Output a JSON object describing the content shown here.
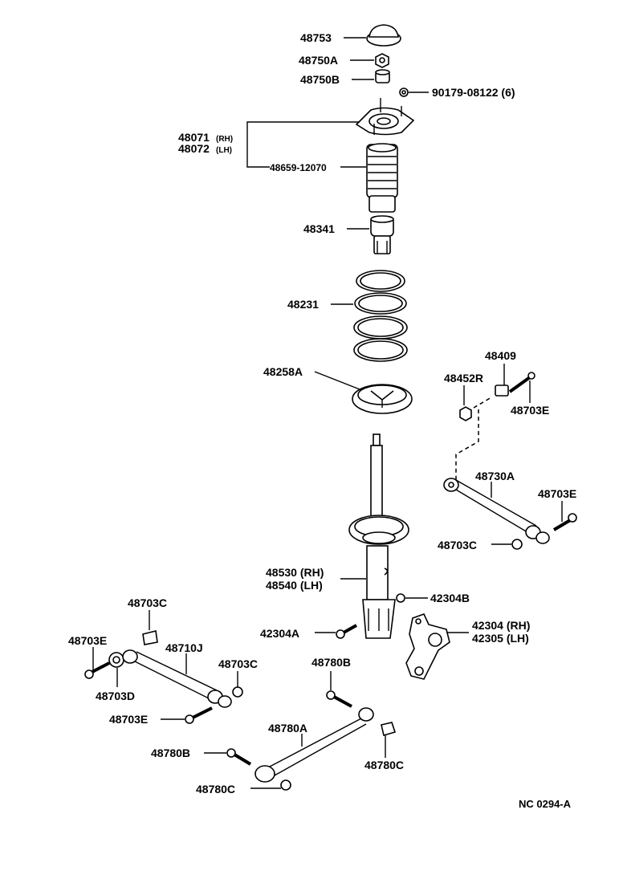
{
  "diagram": {
    "labels": {
      "p48753": "48753",
      "p48750A": "48750A",
      "p48750B": "48750B",
      "p90179": "90179-08122 (6)",
      "p48071": "48071",
      "p48071_side": "(RH)",
      "p48072": "48072",
      "p48072_side": "(LH)",
      "p48659": "48659-12070",
      "p48341": "48341",
      "p48231": "48231",
      "p48258A": "48258A",
      "p48409": "48409",
      "p48452R": "48452R",
      "p48703E_a": "48703E",
      "p48730A": "48730A",
      "p48703E_b": "48703E",
      "p48703C_a": "48703C",
      "p48530": "48530 (RH)",
      "p48540": "48540 (LH)",
      "p42304B": "42304B",
      "p42304A": "42304A",
      "p42304": "42304 (RH)",
      "p42305": "42305 (LH)",
      "p48703C_b": "48703C",
      "p48703E_c": "48703E",
      "p48710J": "48710J",
      "p48703C_c": "48703C",
      "p48703D": "48703D",
      "p48703E_d": "48703E",
      "p48780B_a": "48780B",
      "p48780A": "48780A",
      "p48780B_b": "48780B",
      "p48780C_a": "48780C",
      "p48780C_b": "48780C",
      "figure_code": "NC 0294-A"
    }
  }
}
